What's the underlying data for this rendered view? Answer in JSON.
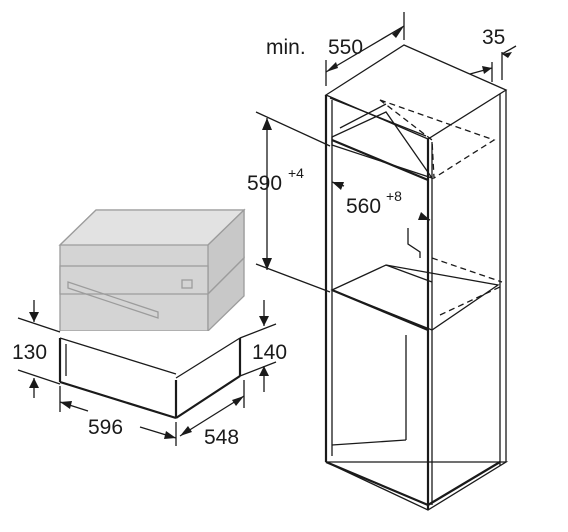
{
  "dimensions": {
    "cabinet_min_prefix": "min.",
    "cabinet_depth": "550",
    "cabinet_back_gap": "35",
    "niche_height": "590",
    "niche_height_tolerance": "+4",
    "niche_width": "560",
    "niche_width_tolerance": "+8",
    "drawer_front_height": "130",
    "drawer_body_height": "140",
    "drawer_width": "596",
    "drawer_depth": "548"
  }
}
